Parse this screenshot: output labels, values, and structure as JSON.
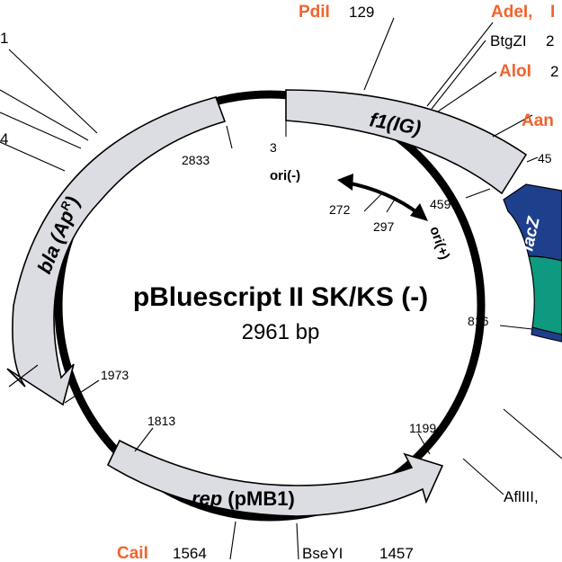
{
  "plasmid": {
    "name": "pBluescript II SK/KS (-)",
    "size": "2961 bp"
  },
  "features": {
    "f1": {
      "name": "f1",
      "suffix": "(IG)"
    },
    "bla": {
      "name": "bla",
      "paren": "(Ap",
      "superscript": "R",
      "close": ")"
    },
    "rep": {
      "name": "rep",
      "suffix": "(pMB1)"
    },
    "lacZ": {
      "name": "lacZ"
    },
    "ori_minus": "ori(-)",
    "ori_plus": "ori(+)"
  },
  "positions": {
    "p3": "3",
    "p2833": "2833",
    "p272": "272",
    "p297": "297",
    "p459": "459",
    "p45x": "45",
    "p816": "816",
    "p1973": "1973",
    "p1813": "1813",
    "p1199": "1199"
  },
  "sites": {
    "pdil": {
      "name": "PdiI",
      "pos": "129"
    },
    "adel": {
      "name": "AdeI,",
      "extra": "I"
    },
    "btgzi": {
      "name": "BtgZI",
      "pos": "2"
    },
    "alol": {
      "name": "AloI",
      "pos": "2"
    },
    "aan": {
      "name": "Aan"
    },
    "cail": {
      "name": "CaiI",
      "pos": "1564"
    },
    "bseyi": {
      "name": "BseYI",
      "pos": "1457"
    },
    "aflIII": {
      "name": "AflIII,"
    },
    "left1": {
      "name": "1"
    },
    "left4": {
      "name": "4"
    }
  },
  "colors": {
    "backbone": "#000000",
    "feature_fill": "#dcdde3",
    "feature_stroke": "#000000",
    "enzyme_accent": "#f0642d",
    "lacZ_fill": "#1e3f8c",
    "lacZ_alpha_fill": "#0e9a80"
  }
}
